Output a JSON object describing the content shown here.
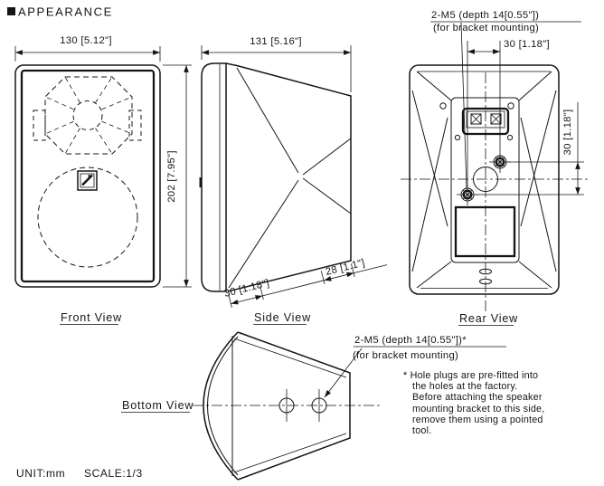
{
  "title": "APPEARANCE",
  "footer": {
    "unit": "UNIT:mm",
    "scale": "SCALE:1/3"
  },
  "views": {
    "front": {
      "label": "Front View",
      "dim_width": "130 [5.12\"]",
      "dim_height": "202 [7.95\"]"
    },
    "side": {
      "label": "Side View",
      "dim_depth": "131 [5.16\"]",
      "dim_bottom_front": "30 [1.18\"]",
      "dim_bottom_rear": "28 [1.1\"]"
    },
    "rear": {
      "label": "Rear View",
      "callout": {
        "line1": "2-M5 (depth 14[0.55\"])",
        "line2": "(for bracket mounting)"
      },
      "dim_hole_horizontal": "30 [1.18\"]",
      "dim_hole_vertical": "30 [1.18\"]"
    },
    "bottom": {
      "label": "Bottom View",
      "callout": {
        "line1": "2-M5 (depth 14[0.55\"])*",
        "line2": "(for bracket mounting)"
      },
      "note": {
        "lines": [
          "* Hole plugs are pre-fitted into",
          "the holes at the factory.",
          "Before attaching the speaker",
          "mounting bracket to this side,",
          "remove them using a pointed",
          "tool."
        ]
      }
    }
  }
}
